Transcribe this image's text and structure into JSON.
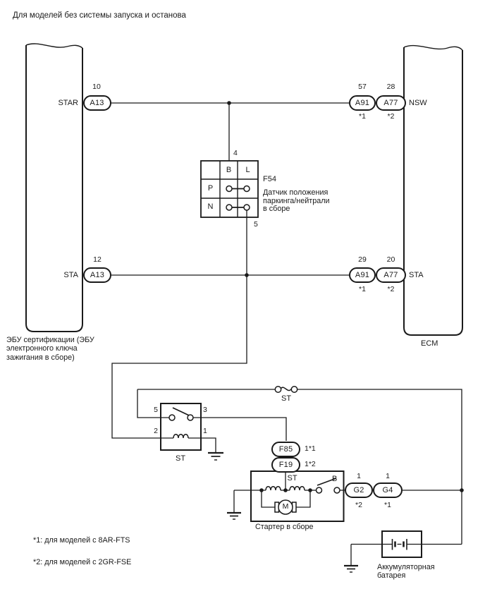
{
  "diagram_title": "Для моделей без системы запуска и останова",
  "colors": {
    "line": "#1a1a1a",
    "background": "#ffffff"
  },
  "left_ecu": {
    "name_lines": [
      "ЭБУ сертификации (ЭБУ",
      "электронного ключа",
      "зажигания в сборе)"
    ],
    "star_row": {
      "pin": "10",
      "signal": "STAR",
      "connector": "A13"
    },
    "sta_row": {
      "pin": "12",
      "signal": "STA",
      "connector": "A13"
    }
  },
  "ecm": {
    "name": "ECM",
    "nsw_row": {
      "a91_pin": "57",
      "a91": "A91",
      "a91_note": "*1",
      "a77_pin": "28",
      "a77": "A77",
      "a77_note": "*2",
      "signal": "NSW"
    },
    "sta_row": {
      "a91_pin": "29",
      "a91": "A91",
      "a91_note": "*1",
      "a77_pin": "20",
      "a77": "A77",
      "a77_note": "*2",
      "signal": "STA"
    }
  },
  "pnp_sensor": {
    "top_pin": "4",
    "bottom_pin": "5",
    "code": "F54",
    "desc_lines": [
      "Датчик положения",
      "паркинга/нейтрали",
      "в сборе"
    ],
    "cell_b": "B",
    "cell_l": "L",
    "cell_p": "P",
    "cell_n": "N"
  },
  "st_relay": {
    "pin_5": "5",
    "pin_3": "3",
    "pin_2": "2",
    "pin_1": "1",
    "name": "ST"
  },
  "st_fusible_link": {
    "name": "ST"
  },
  "fuses": {
    "f85": "F85",
    "f85_pin": "1*1",
    "f19": "F19",
    "f19_pin": "1*2"
  },
  "starter": {
    "name": "Стартер в сборе",
    "st_terminal": "ST",
    "b_terminal": "B",
    "motor": "M",
    "g2": {
      "pin": "1",
      "code": "G2",
      "note": "*2"
    },
    "g4": {
      "pin": "1",
      "code": "G4",
      "note": "*1"
    }
  },
  "battery": {
    "name_lines": [
      "Аккумуляторная",
      "батарея"
    ]
  },
  "notes": [
    "*1: для моделей с 8AR-FTS",
    "*2: для моделей с 2GR-FSE"
  ]
}
